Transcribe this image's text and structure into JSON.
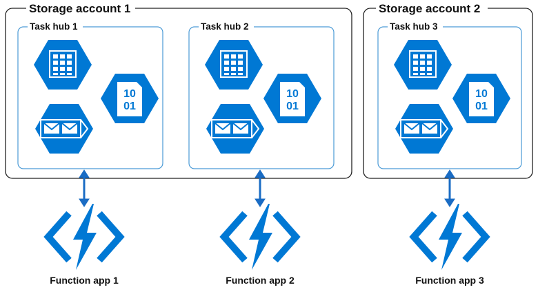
{
  "colors": {
    "azure_blue": "#0078d4",
    "hub_border": "#4a9ad6",
    "account_border": "#222222",
    "arrow": "#1a6cc4"
  },
  "storage_accounts": [
    {
      "title": "Storage account 1"
    },
    {
      "title": "Storage account 2"
    }
  ],
  "task_hubs": [
    {
      "title": "Task hub 1",
      "icons": [
        "table-icon",
        "blob-icon",
        "queue-icon"
      ]
    },
    {
      "title": "Task hub 2",
      "icons": [
        "table-icon",
        "blob-icon",
        "queue-icon"
      ]
    },
    {
      "title": "Task hub 3",
      "icons": [
        "table-icon",
        "blob-icon",
        "queue-icon"
      ]
    }
  ],
  "blob_icon_text": {
    "line1": "10",
    "line2": "01"
  },
  "function_apps": [
    {
      "label": "Function app 1",
      "icon": "azure-functions-icon"
    },
    {
      "label": "Function app 2",
      "icon": "azure-functions-icon"
    },
    {
      "label": "Function app 3",
      "icon": "azure-functions-icon"
    }
  ]
}
